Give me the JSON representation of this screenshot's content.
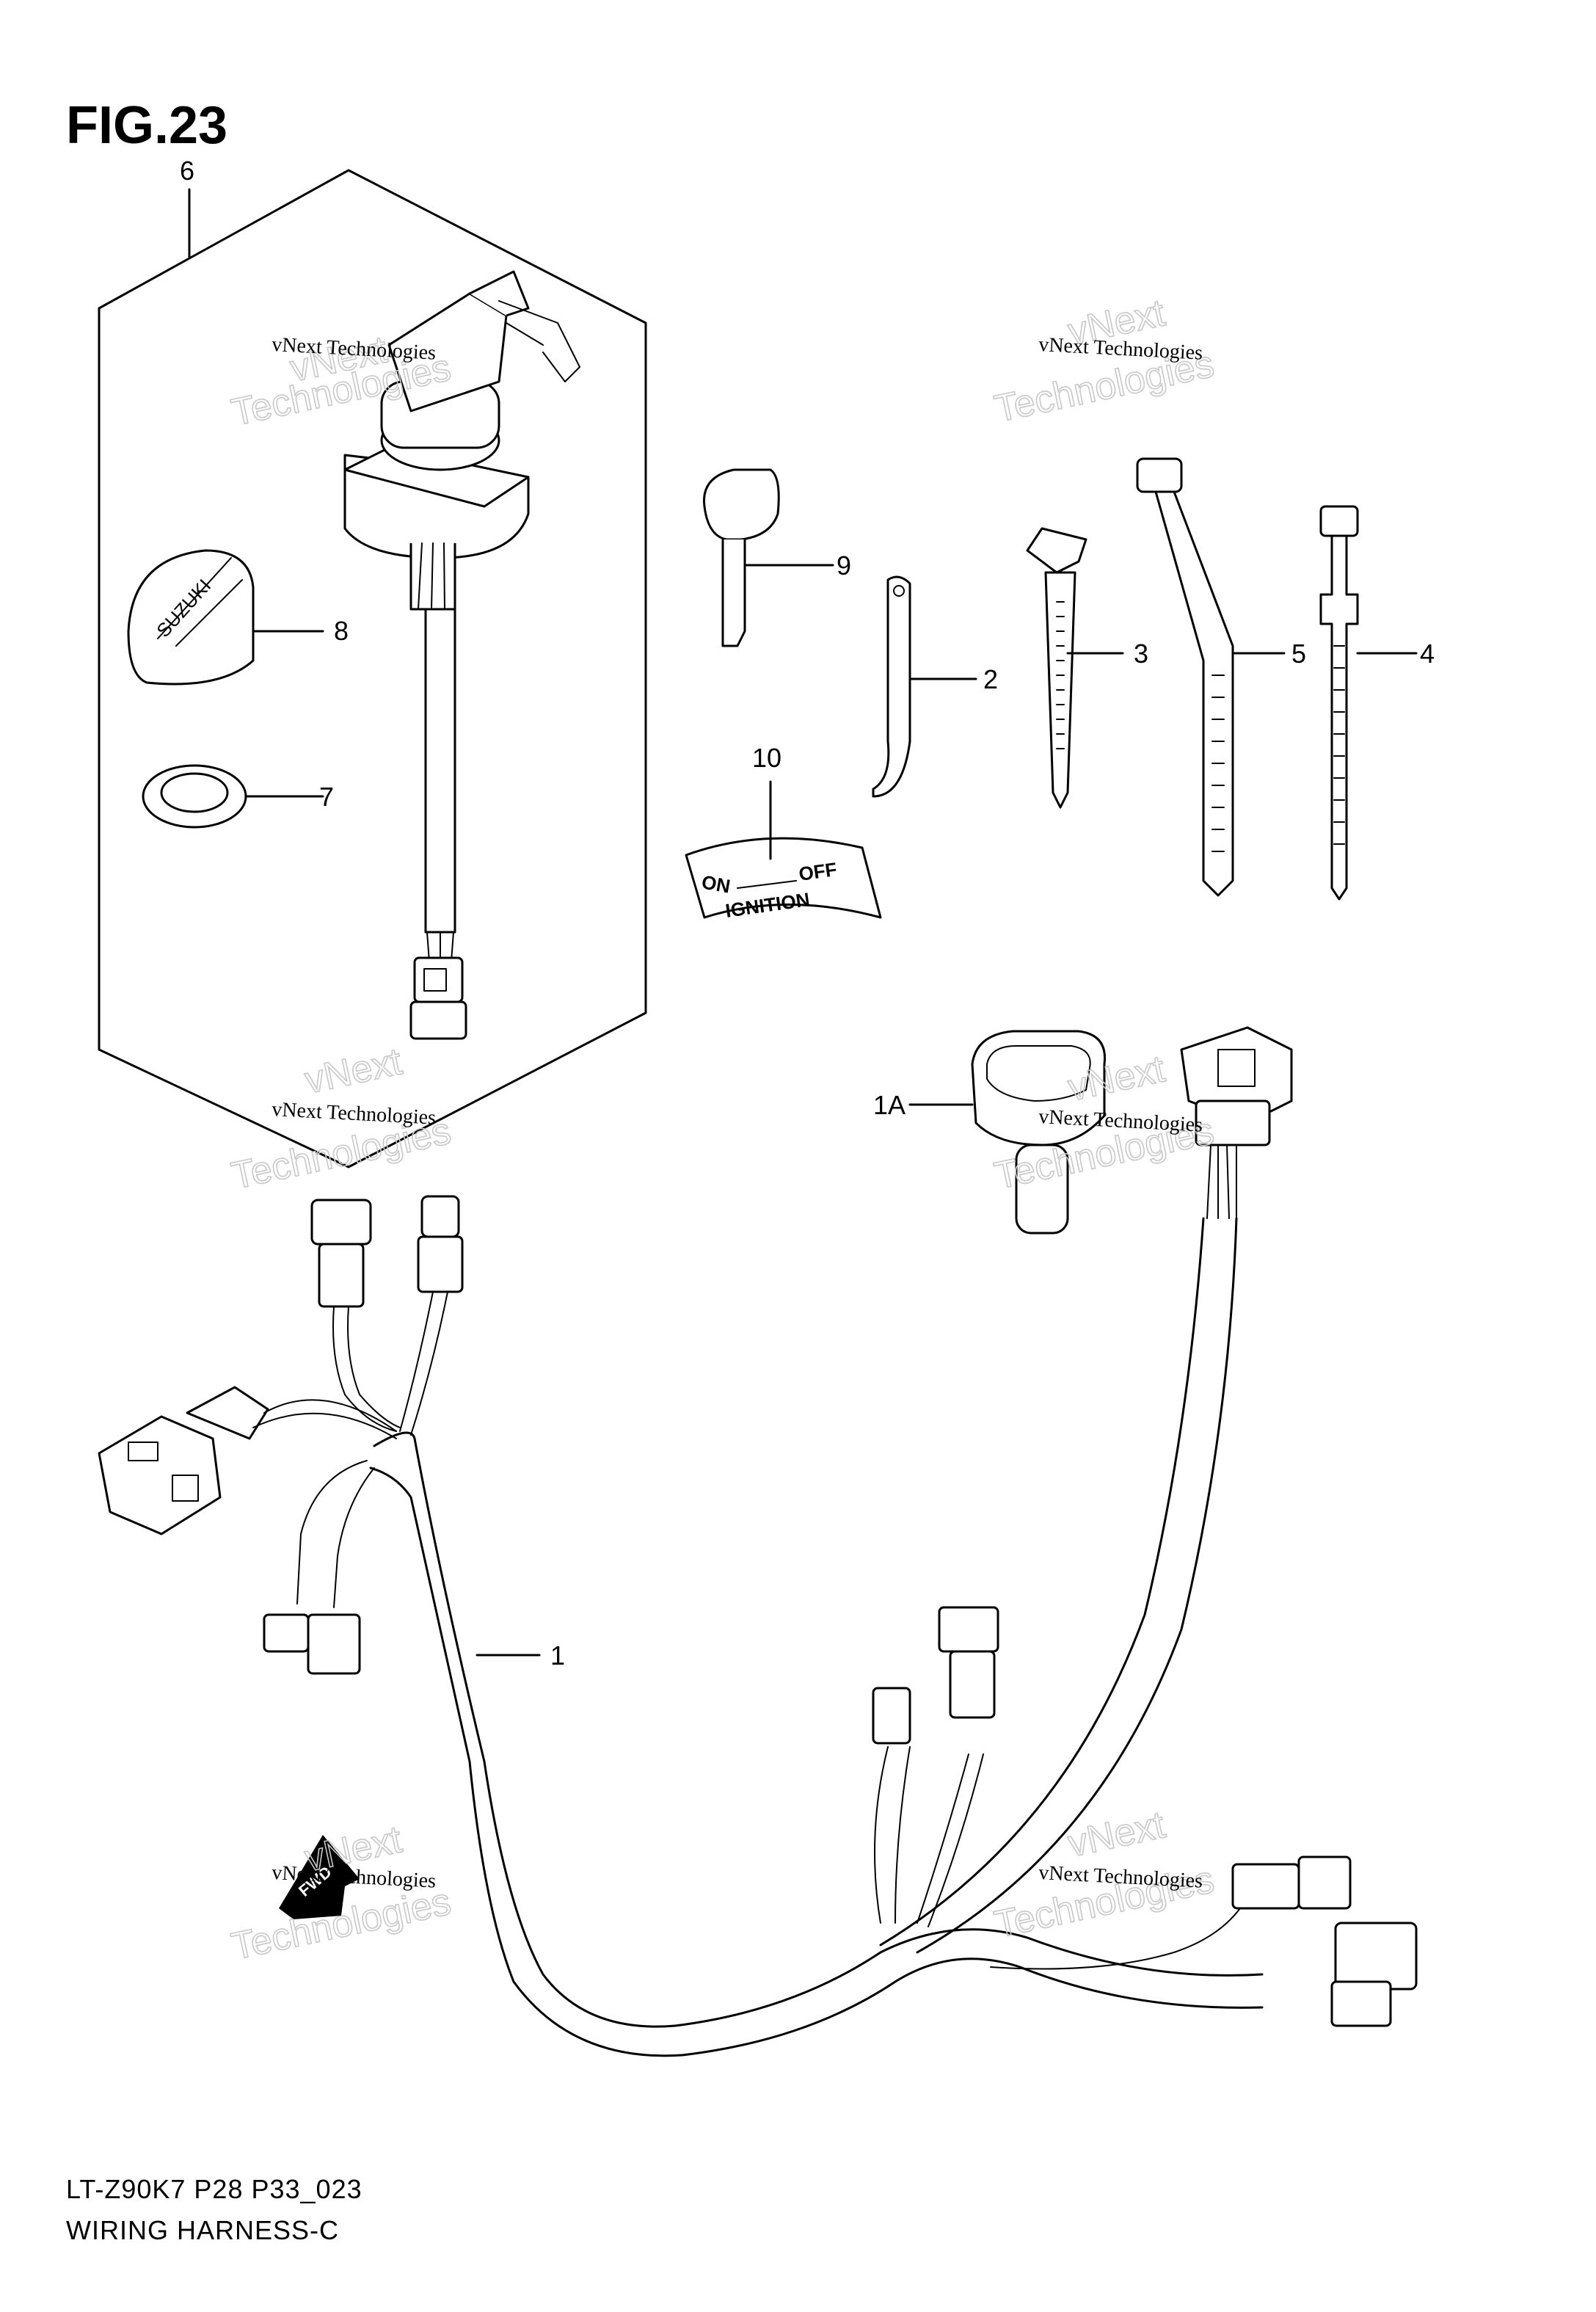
{
  "figure": {
    "title": "FIG.23",
    "code": "LT-Z90K7 P28 P33_023",
    "name": "WIRING HARNESS-C"
  },
  "callouts": {
    "c1": "1",
    "c1a": "1A",
    "c2": "2",
    "c3": "3",
    "c4": "4",
    "c5": "5",
    "c6": "6",
    "c7": "7",
    "c8": "8",
    "c9": "9",
    "c10": "10"
  },
  "decal": {
    "on": "ON",
    "off": "OFF",
    "ignition": "IGNITION"
  },
  "brand_text": "SUZUKI",
  "arrow_text": "FWD",
  "watermark": {
    "line1": "vNext Technologies",
    "line2": "vNext",
    "line3": "Technologies"
  }
}
